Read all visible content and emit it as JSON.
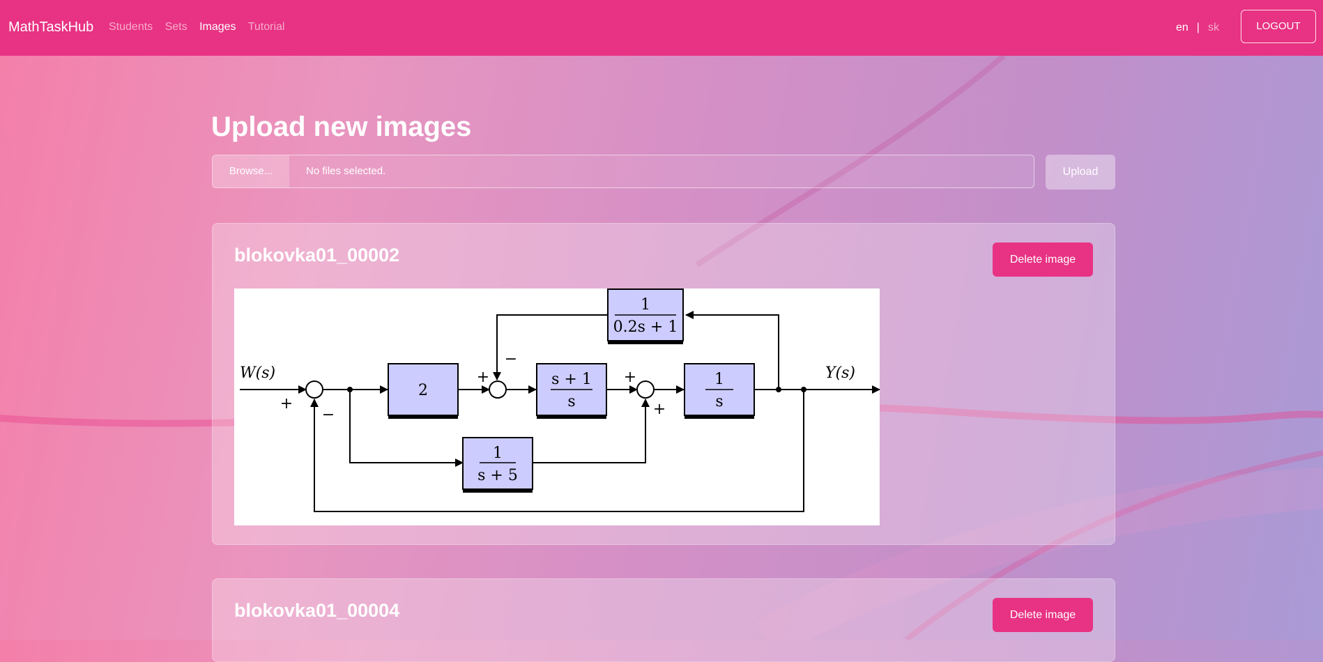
{
  "navbar": {
    "brand": "MathTaskHub",
    "links": [
      {
        "label": "Students",
        "active": false
      },
      {
        "label": "Sets",
        "active": false
      },
      {
        "label": "Images",
        "active": true
      },
      {
        "label": "Tutorial",
        "active": false
      }
    ],
    "lang": {
      "en": "en",
      "separator": "|",
      "sk": "sk"
    },
    "logout_label": "LOGOUT"
  },
  "upload": {
    "title": "Upload new images",
    "browse_label": "Browse...",
    "file_status": "No files selected.",
    "upload_label": "Upload"
  },
  "images": [
    {
      "name": "blokovka01_00002",
      "delete_label": "Delete image",
      "diagram": {
        "input_label": "W(s)",
        "output_label": "Y(s)",
        "blocks": {
          "feedback_top": {
            "num": "1",
            "den": "0.2s + 1"
          },
          "gain": "2",
          "pd": {
            "num": "s + 1",
            "den": "s"
          },
          "integrator": {
            "num": "1",
            "den": "s"
          },
          "lag": {
            "num": "1",
            "den": "s + 5"
          }
        },
        "signs": {
          "plus": "+",
          "minus": "−"
        }
      }
    },
    {
      "name": "blokovka01_00004",
      "delete_label": "Delete image"
    }
  ],
  "colors": {
    "navbar": "#e83283",
    "accent_button": "#e83283",
    "block_fill": "#ccccff"
  }
}
